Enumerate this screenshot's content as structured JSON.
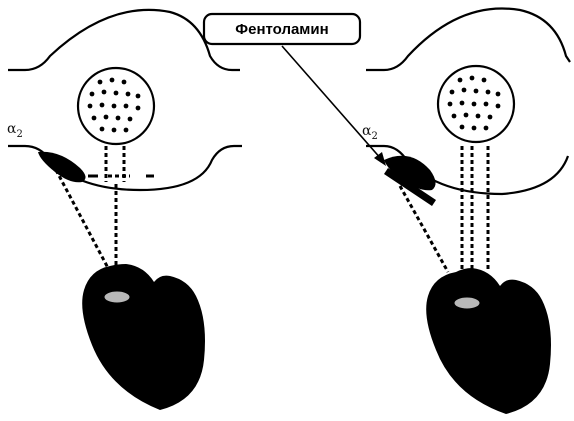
{
  "figure": {
    "callout_label": "Фентоламин",
    "receptor_label_left": "α",
    "receptor_label_left_sub": "2",
    "receptor_label_right": "α",
    "receptor_label_right_sub": "2"
  },
  "colors": {
    "ink": "#000000",
    "background": "#ffffff",
    "heart_spot": "#b8b8b8"
  }
}
